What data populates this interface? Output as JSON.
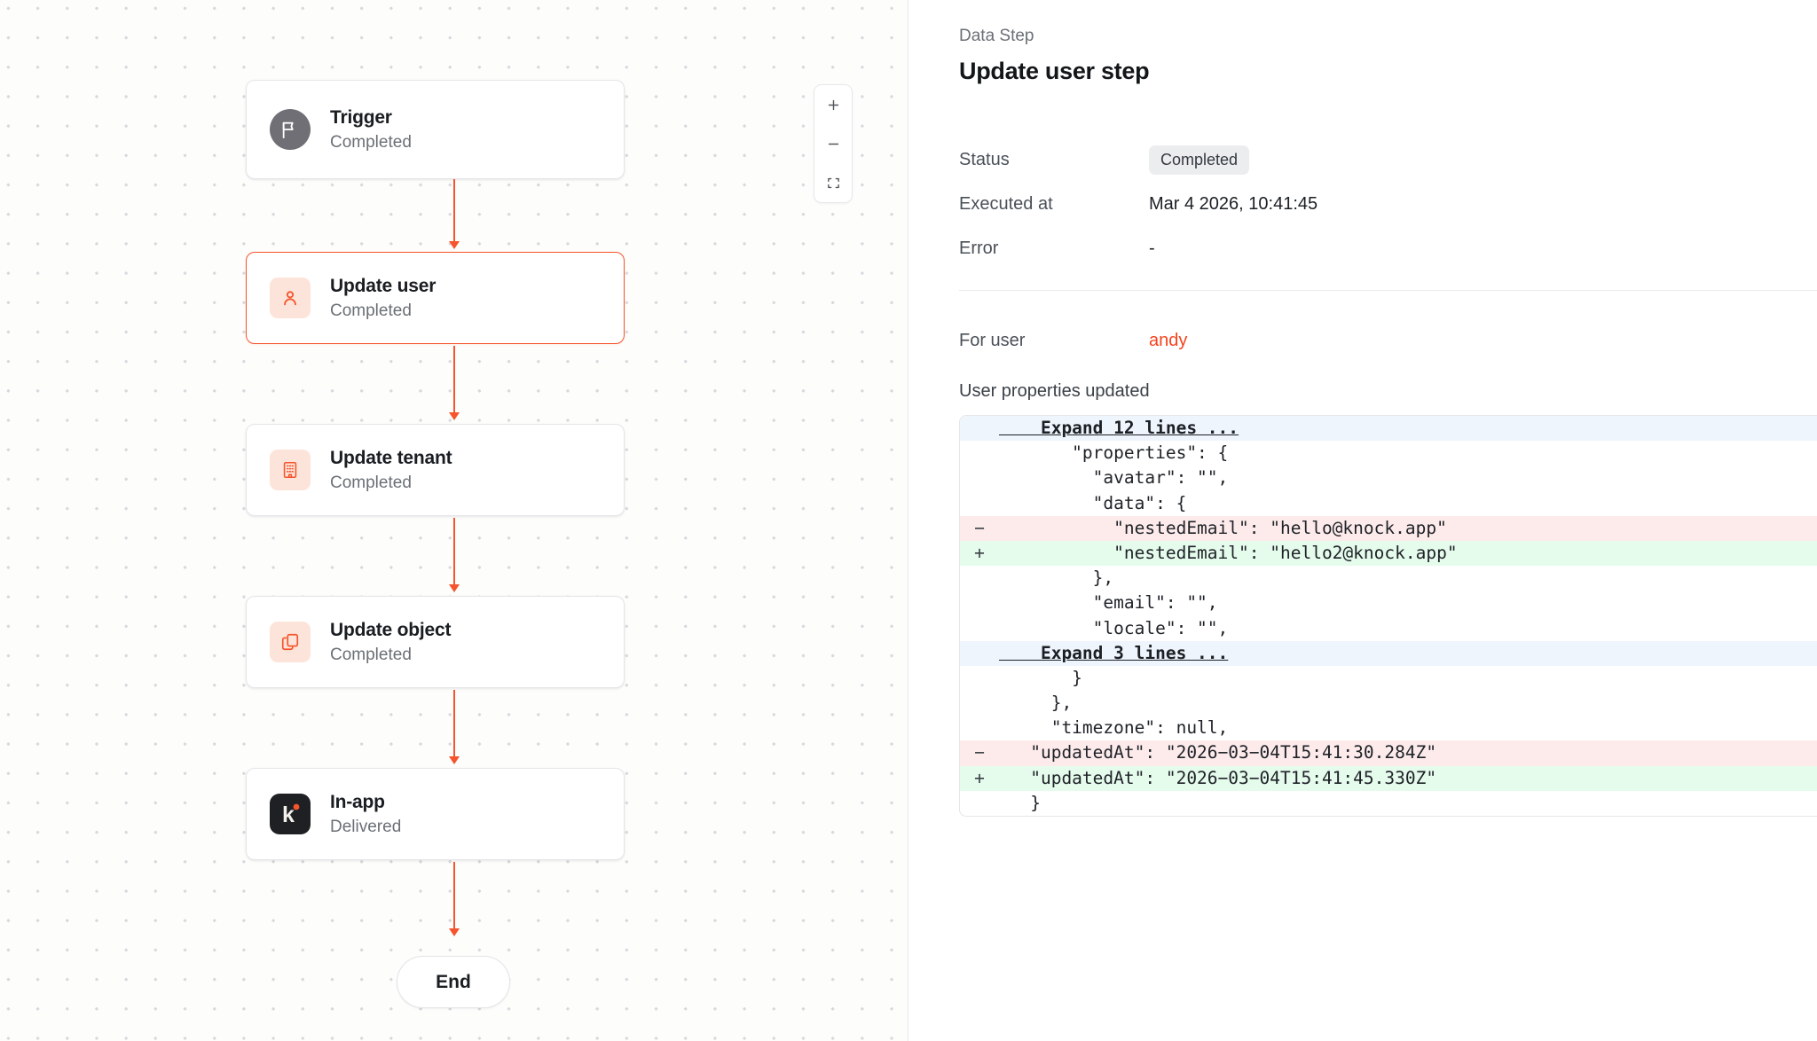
{
  "canvas": {
    "zoom_controls": {
      "zoom_in_label": "+",
      "zoom_out_label": "–",
      "fit_view_label": "fit-view"
    },
    "nodes": [
      {
        "title": "Trigger",
        "status": "Completed",
        "icon": "flag-icon"
      },
      {
        "title": "Update user",
        "status": "Completed",
        "icon": "user-icon"
      },
      {
        "title": "Update tenant",
        "status": "Completed",
        "icon": "building-icon"
      },
      {
        "title": "Update object",
        "status": "Completed",
        "icon": "copy-icon"
      },
      {
        "title": "In-app",
        "status": "Delivered",
        "icon": "knock-logo-icon"
      }
    ],
    "end_label": "End"
  },
  "panel": {
    "eyebrow": "Data Step",
    "title": "Update user step",
    "meta": [
      {
        "label": "Status",
        "value": "Completed"
      },
      {
        "label": "Executed at",
        "value": "Mar 4 2026, 10:41:45"
      },
      {
        "label": "Error",
        "value": "-"
      }
    ],
    "for_user_label": "For user",
    "for_user_value": "andy",
    "properties_label": "User properties updated",
    "diff": [
      {
        "type": "expand",
        "gutter": "",
        "code": "    Expand 12 lines ..."
      },
      {
        "type": "ctx",
        "gutter": "",
        "code": "       \"properties\": {"
      },
      {
        "type": "ctx",
        "gutter": "",
        "code": "         \"avatar\": \"\","
      },
      {
        "type": "ctx",
        "gutter": "",
        "code": "         \"data\": {"
      },
      {
        "type": "del",
        "gutter": "−",
        "code": "           \"nestedEmail\": \"hello@knock.app\""
      },
      {
        "type": "add",
        "gutter": "+",
        "code": "           \"nestedEmail\": \"hello2@knock.app\""
      },
      {
        "type": "ctx",
        "gutter": "",
        "code": "         },"
      },
      {
        "type": "ctx",
        "gutter": "",
        "code": "         \"email\": \"\","
      },
      {
        "type": "ctx",
        "gutter": "",
        "code": "         \"locale\": \"\","
      },
      {
        "type": "expand",
        "gutter": "",
        "code": "    Expand 3 lines ..."
      },
      {
        "type": "ctx",
        "gutter": "",
        "code": "       }"
      },
      {
        "type": "ctx",
        "gutter": "",
        "code": "     },"
      },
      {
        "type": "ctx",
        "gutter": "",
        "code": "     \"timezone\": null,"
      },
      {
        "type": "del",
        "gutter": "−",
        "code": "   \"updatedAt\": \"2026−03−04T15:41:30.284Z\""
      },
      {
        "type": "add",
        "gutter": "+",
        "code": "   \"updatedAt\": \"2026−03−04T15:41:45.330Z\""
      },
      {
        "type": "ctx",
        "gutter": "",
        "code": "   }"
      }
    ]
  },
  "colors": {
    "accent": "#f5542c",
    "user_link": "#f5431f",
    "diff_add_bg": "#e5fbec",
    "diff_del_bg": "#fdebec",
    "diff_expand_bg": "#eff5fd",
    "canvas_bg": "#fdfdfb"
  }
}
